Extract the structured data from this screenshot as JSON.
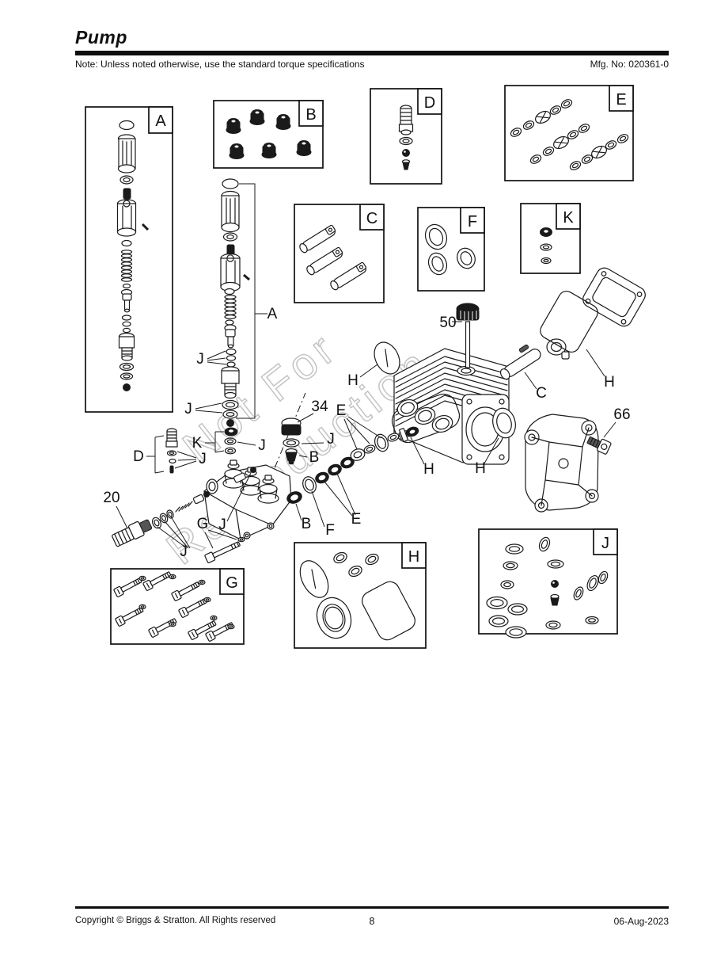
{
  "header": {
    "title": "Pump",
    "note": "Note: Unless noted otherwise, use the standard torque specifications",
    "mfg_no": "Mfg. No: 020361-0"
  },
  "watermark": {
    "line1": "Not For",
    "line2": "Reproduction"
  },
  "inset_boxes": [
    "A",
    "B",
    "C",
    "D",
    "E",
    "F",
    "G",
    "H",
    "J",
    "K"
  ],
  "callouts": {
    "c50": "50",
    "c34": "34",
    "c66": "66",
    "c20": "20",
    "a_bracket": "A",
    "b_upper": "B",
    "b_lower": "B",
    "c_rod": "C",
    "d_group": "D",
    "e_upper": "E",
    "e_lower": "E",
    "f_ring": "F",
    "g_bolt": "G",
    "h_seal_left": "H",
    "h_cover": "H",
    "h_seal_mid": "H",
    "h_seal_right": "H",
    "j_top": "J",
    "j_mid": "J",
    "j_k": "J",
    "j_d": "J",
    "j_34": "J",
    "j_ball": "J",
    "j_20": "J",
    "k_group": "K"
  },
  "footer": {
    "copyright": "Copyright © Briggs & Stratton. All Rights reserved",
    "page_number": "8",
    "date": "06-Aug-2023"
  }
}
